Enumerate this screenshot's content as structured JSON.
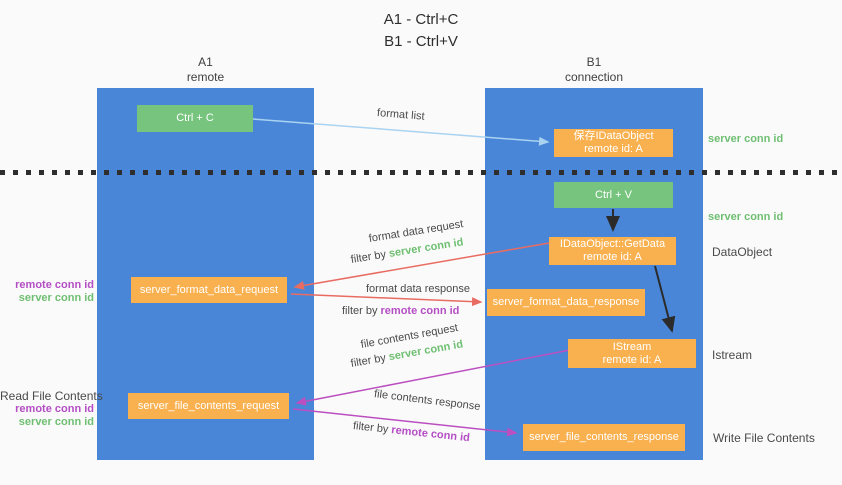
{
  "title": {
    "line1": "A1 - Ctrl+C",
    "line2": "B1 - Ctrl+V"
  },
  "columns": {
    "a1": {
      "name": "A1",
      "role": "remote"
    },
    "b1": {
      "name": "B1",
      "role": "connection"
    }
  },
  "boxes": {
    "ctrl_c": {
      "label": "Ctrl + C"
    },
    "ctrl_v": {
      "label": "Ctrl + V"
    },
    "save_dataobject": {
      "line1": "保存IDataObject",
      "line2": "remote id: A"
    },
    "getdata": {
      "line1": "IDataObject::GetData",
      "line2": "remote id: A"
    },
    "istream": {
      "line1": "IStream",
      "line2": "remote id: A"
    },
    "server_format_data_request": {
      "label": "server_format_data_request"
    },
    "server_format_data_response": {
      "label": "server_format_data_response"
    },
    "server_file_contents_request": {
      "label": "server_file_contents_request"
    },
    "server_file_contents_response": {
      "label": "server_file_contents_response"
    }
  },
  "arrow_labels": {
    "format_list": "format list",
    "format_data_request": "format data request",
    "format_data_response": "format data response",
    "file_contents_request": "file contents request",
    "file_contents_response": "file contents response",
    "filter_by": "filter by",
    "server_conn_id": "server conn id",
    "remote_conn_id": "remote conn id"
  },
  "side_labels": {
    "server_conn_id": "server conn id",
    "remote_conn_id": "remote conn id",
    "dataobject": "DataObject",
    "istream": "Istream",
    "read_file_contents": "Read File Contents",
    "write_file_contents": "Write File Contents"
  },
  "colors": {
    "background": "#fafafa",
    "column_blue": "#4a86d8",
    "box_green": "#77c47e",
    "box_orange": "#f9b04e",
    "arrow_blue": "#a9d3f0",
    "arrow_red": "#e96c62",
    "arrow_purple": "#bb4fc0",
    "arrow_black": "#2b2b2b",
    "text_green": "#6fbf72",
    "text_magenta": "#b44ec4"
  }
}
